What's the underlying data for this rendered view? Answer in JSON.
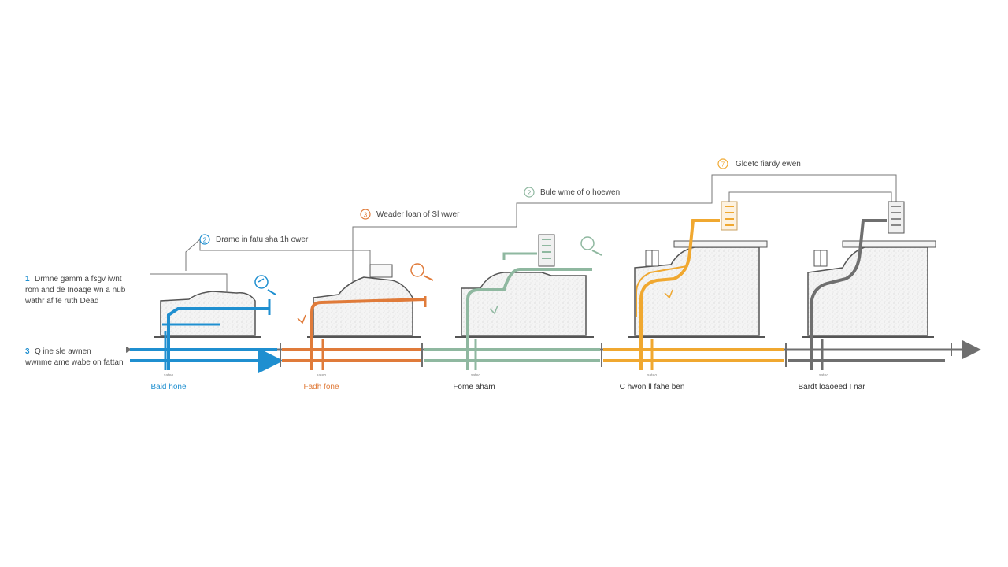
{
  "legend": {
    "item1": {
      "number": "1",
      "lines": [
        "Drmne gamm a fsgv iwnt",
        "rom and de Inoaqe wn a nub",
        "wathr af fe ruth Dead"
      ]
    },
    "item3": {
      "number": "3",
      "lines": [
        "Q ine sle awnen",
        "wwnme ame wabe on fattan"
      ]
    }
  },
  "callouts": [
    {
      "number": "2",
      "text": "Drame in fatu sha 1h ower"
    },
    {
      "number": "3",
      "text": "Weader loan of Sl wwer"
    },
    {
      "number": "2",
      "text": "Bule wme of o hoewen"
    },
    {
      "number": "7",
      "text": "Gldetc fiardy ewen"
    }
  ],
  "stages": [
    {
      "label": "Baid hone",
      "tag": "sateo",
      "color": "#1f8fd0"
    },
    {
      "label": "Fadh fone",
      "tag": "sateo",
      "color": "#e07b3a"
    },
    {
      "label": "Fome aham",
      "tag": "sateo",
      "color": "#8fb8a0"
    },
    {
      "label": "C hwon ll fahe ben",
      "tag": "sateo",
      "color": "#f0a830"
    },
    {
      "label": "Bardt loaoeed I nar",
      "tag": "sateo",
      "color": "#6f6f6f"
    }
  ],
  "colors": {
    "blue": "#1f8fd0",
    "orange": "#e07b3a",
    "sage": "#8fb8a0",
    "amber": "#f0a830",
    "gray": "#6f6f6f",
    "outline": "#555555",
    "leader": "#777777"
  }
}
